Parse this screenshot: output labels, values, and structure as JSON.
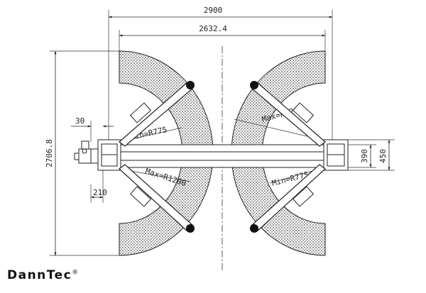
{
  "dimensions": {
    "overall_width": "2900",
    "column_span": "2632.4",
    "overall_depth": "2706.8",
    "post_offset": "30",
    "base_offset": "210",
    "post_depth_inner": "390",
    "post_depth_outer": "450"
  },
  "arm_radii": {
    "left_top": "Min=R775",
    "left_bottom": "Max=R1200",
    "right_top": "Max=R1200",
    "right_bottom": "Min=R775"
  },
  "brand": {
    "name": "DannTec",
    "mark": "®"
  },
  "colors": {
    "line": "#222222",
    "hatch": "#9a9a9a",
    "background": "#ffffff"
  }
}
